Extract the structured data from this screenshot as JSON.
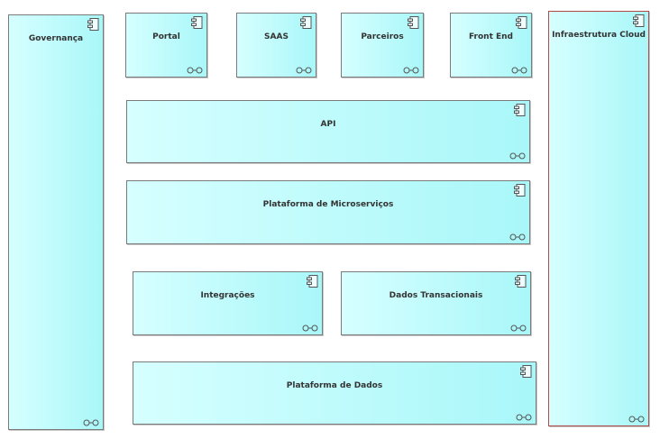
{
  "diagram": {
    "components": [
      {
        "id": "governanca",
        "label": "Governança"
      },
      {
        "id": "portal",
        "label": "Portal"
      },
      {
        "id": "saas",
        "label": "SAAS"
      },
      {
        "id": "parceiros",
        "label": "Parceiros"
      },
      {
        "id": "front-end",
        "label": "Front End"
      },
      {
        "id": "infraestrutura-cloud",
        "label": "Infraestrutura Cloud"
      },
      {
        "id": "api",
        "label": "API"
      },
      {
        "id": "plataforma-microservicos",
        "label": "Plataforma de Microserviços"
      },
      {
        "id": "integracoes",
        "label": "Integrações"
      },
      {
        "id": "dados-transacionais",
        "label": "Dados Transacionais"
      },
      {
        "id": "plataforma-dados",
        "label": "Plataforma de Dados"
      }
    ]
  }
}
